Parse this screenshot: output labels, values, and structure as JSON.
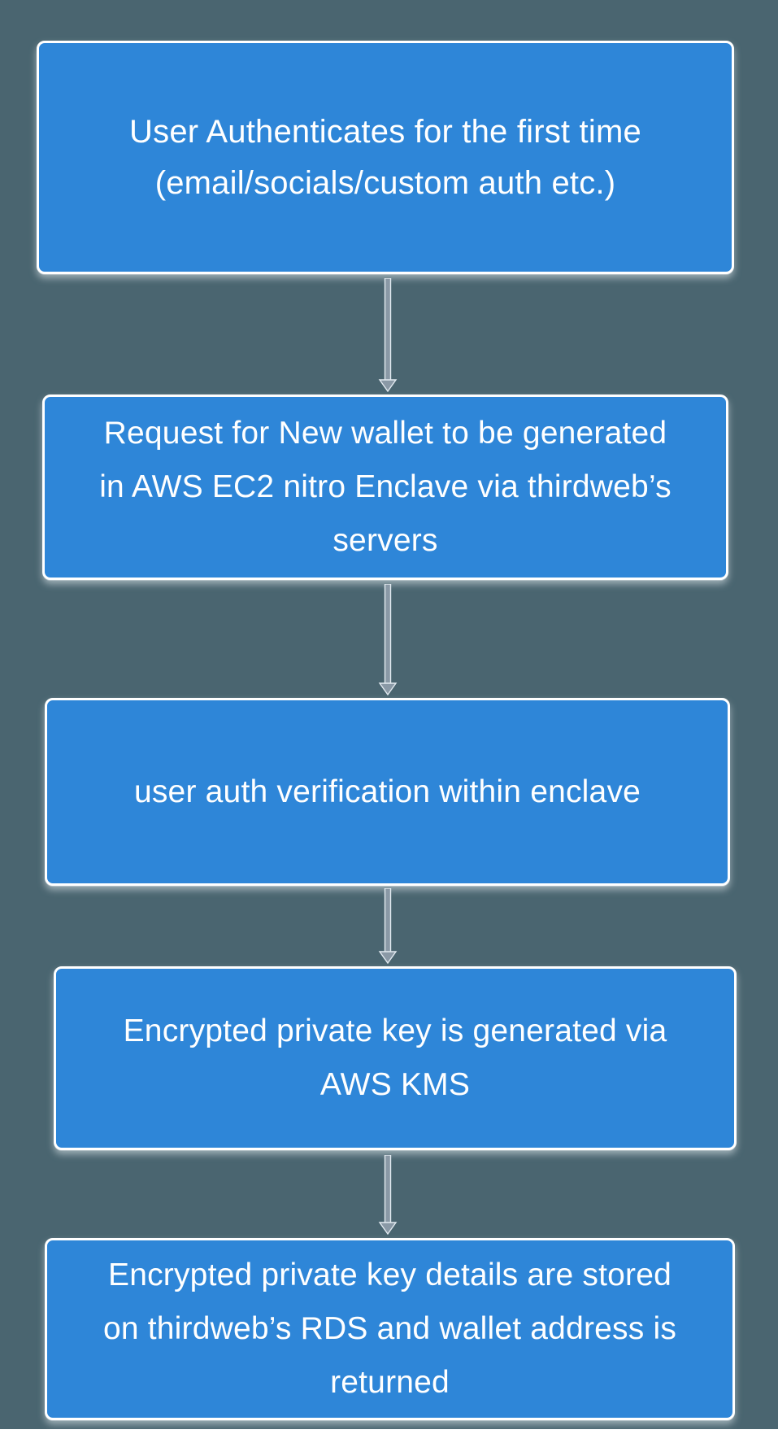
{
  "page": {
    "background_color": "#4A6570",
    "node_fill_color": "#2E86D8",
    "node_border_color": "#FFFFFF",
    "text_color": "#FFFFFF",
    "arrow_fill_color": "#8A99A6",
    "arrow_outline_color": "#E2EAF0"
  },
  "flowchart": {
    "nodes": [
      {
        "id": "user-authenticates",
        "lines": {
          "0": "User Authenticates for the first time",
          "1": "(email/socials/custom auth etc.)"
        }
      },
      {
        "id": "request-new-wallet",
        "lines": {
          "0": "Request for New wallet to be generated",
          "1": "in AWS EC2 nitro Enclave via thirdweb’s",
          "2": "servers"
        }
      },
      {
        "id": "user-auth-verification",
        "lines": {
          "0": "user auth verification within enclave"
        }
      },
      {
        "id": "encrypted-key-generated",
        "lines": {
          "0": "Encrypted private key is generated via",
          "1": "AWS KMS"
        }
      },
      {
        "id": "encrypted-key-stored",
        "lines": {
          "0": "Encrypted private key details are stored",
          "1": "on thirdweb’s RDS and wallet address is",
          "2": "returned"
        }
      }
    ],
    "connections": [
      {
        "from": "user-authenticates",
        "to": "request-new-wallet"
      },
      {
        "from": "request-new-wallet",
        "to": "user-auth-verification"
      },
      {
        "from": "user-auth-verification",
        "to": "encrypted-key-generated"
      },
      {
        "from": "encrypted-key-generated",
        "to": "encrypted-key-stored"
      }
    ]
  }
}
